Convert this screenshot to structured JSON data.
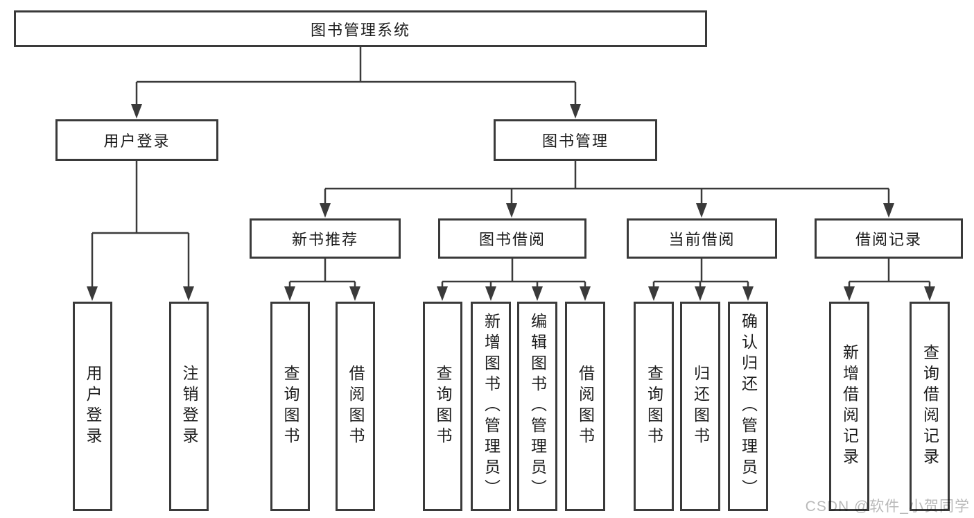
{
  "diagram": {
    "root": {
      "label": "图书管理系统"
    },
    "branches": [
      {
        "label": "用户登录",
        "children": [
          {
            "label": "用户登录"
          },
          {
            "label": "注销登录"
          }
        ]
      },
      {
        "label": "图书管理",
        "children": [
          {
            "label": "新书推荐",
            "children": [
              {
                "label": "查询图书"
              },
              {
                "label": "借阅图书"
              }
            ]
          },
          {
            "label": "图书借阅",
            "children": [
              {
                "label": "查询图书"
              },
              {
                "label": "新增图书（管理员）"
              },
              {
                "label": "编辑图书（管理员）"
              },
              {
                "label": "借阅图书"
              }
            ]
          },
          {
            "label": "当前借阅",
            "children": [
              {
                "label": "查询图书"
              },
              {
                "label": "归还图书"
              },
              {
                "label": "确认归还（管理员）"
              }
            ]
          },
          {
            "label": "借阅记录",
            "children": [
              {
                "label": "新增借阅记录"
              },
              {
                "label": "查询借阅记录"
              }
            ]
          }
        ]
      }
    ]
  },
  "watermark": "CSDN @软件_小贺同学",
  "colors": {
    "line": "#3a3a3a",
    "text": "#1c1c1c",
    "box_background": "#ffffff",
    "page_background": "#ffffff",
    "watermark": "#b9b9b9"
  }
}
